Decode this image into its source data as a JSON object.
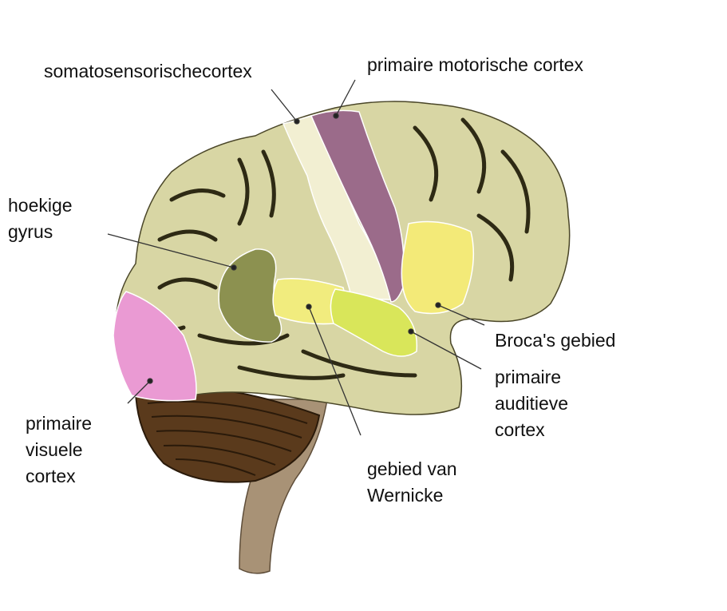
{
  "labels": {
    "somatosensory": "somatosensorischecortex",
    "motor": "primaire motorische cortex",
    "angular_line1": "hoekige",
    "angular_line2": "gyrus",
    "broca": "Broca's gebied",
    "auditory_line1": "primaire",
    "auditory_line2": "auditieve",
    "auditory_line3": "cortex",
    "wernicke_line1": "gebied van",
    "wernicke_line2": "Wernicke",
    "visual_line1": "primaire",
    "visual_line2": "visuele",
    "visual_line3": "cortex"
  },
  "colors": {
    "cortex": "#d8d6a4",
    "sulcus": "#2e2a14",
    "somatosensory": "#f2efd2",
    "motor": "#9b6b8a",
    "broca": "#f3ea78",
    "auditory": "#d9e65a",
    "wernicke": "#f1ec7e",
    "angular": "#8c9150",
    "visual": "#ea9ad3",
    "cerebellum": "#5a3a1c",
    "brainstem": "#a89276"
  }
}
